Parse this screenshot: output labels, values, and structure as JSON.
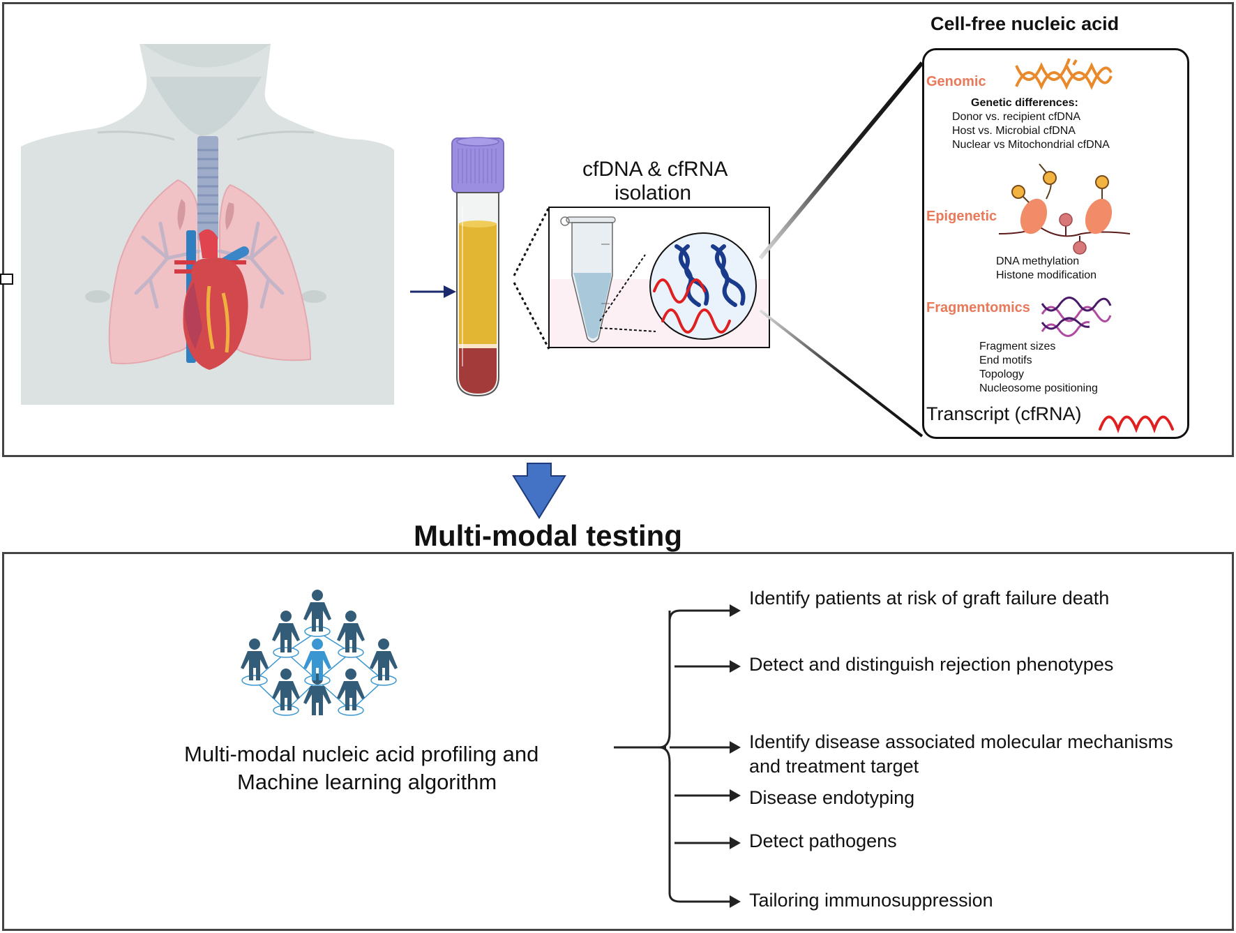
{
  "top_panel": {
    "isolation_label_line1": "cfDNA & cfRNA",
    "isolation_label_line2": "isolation",
    "card_title": "Cell-free nucleic acid",
    "sections": [
      {
        "label": "Genomic",
        "heading": "Genetic differences:",
        "items": [
          "Donor vs. recipient cfDNA",
          "Host vs. Microbial cfDNA",
          "Nuclear vs Mitochondrial cfDNA"
        ]
      },
      {
        "label": "Epigenetic",
        "items": [
          "DNA methylation",
          "Histone modification"
        ]
      },
      {
        "label": "Fragmentomics",
        "items": [
          "Fragment sizes",
          "End motifs",
          "Topology",
          "Nucleosome positioning"
        ]
      }
    ],
    "transcript_label": "Transcript (cfRNA)"
  },
  "section_title": "Multi-modal testing",
  "bottom_panel": {
    "profiling_line1": "Multi-modal nucleic acid profiling and",
    "profiling_line2": "Machine learning algorithm",
    "outcomes": [
      "Identify patients at risk of graft failure death",
      "Detect and distinguish rejection phenotypes",
      "Identify disease associated molecular mechanisms",
      "and treatment target",
      "Disease endotyping",
      "Detect pathogens",
      "Tailoring immunosuppression"
    ]
  },
  "colors": {
    "section_label": "#e8795a",
    "arrow_blue": "#4472c4",
    "dna_blue": "#1a3a8c",
    "rna_red": "#e02020",
    "people_dark": "#335c78",
    "people_accent": "#3a96d0"
  }
}
